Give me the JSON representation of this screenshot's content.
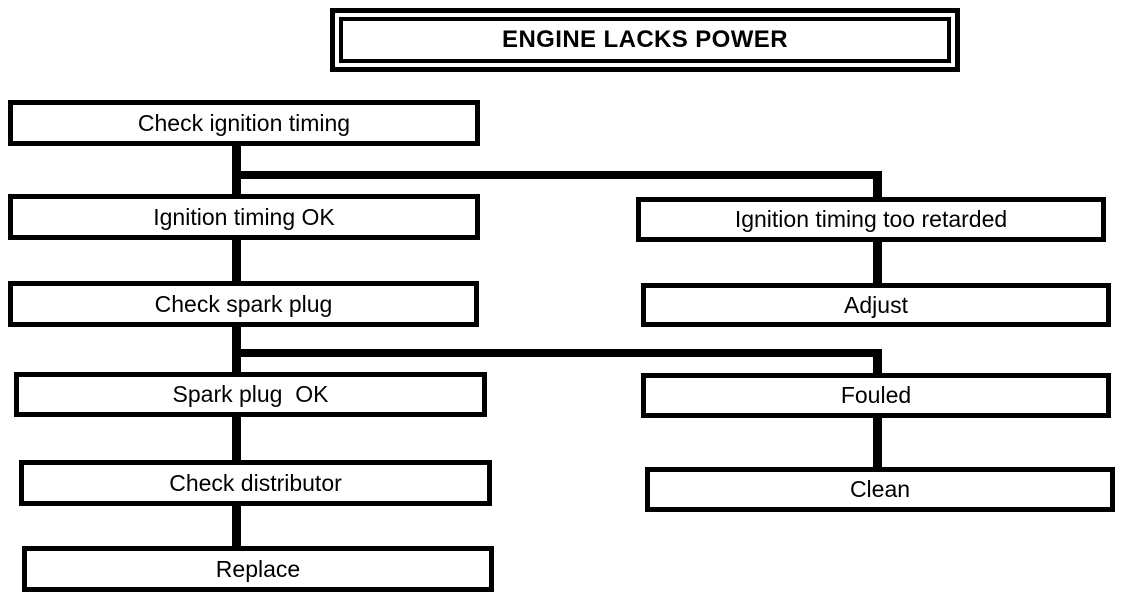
{
  "diagram": {
    "title": "ENGINE LACKS POWER",
    "type": "troubleshooting-flowchart",
    "background_color": "#ffffff",
    "line_color": "#000000",
    "nodes": [
      {
        "id": "check-ignition-timing",
        "label": "Check ignition timing"
      },
      {
        "id": "ignition-timing-ok",
        "label": "Ignition timing OK"
      },
      {
        "id": "ignition-timing-retarded",
        "label": "Ignition timing too retarded"
      },
      {
        "id": "check-spark-plug",
        "label": "Check spark plug"
      },
      {
        "id": "adjust",
        "label": "Adjust"
      },
      {
        "id": "spark-plug-ok",
        "label": "Spark plug  OK"
      },
      {
        "id": "fouled",
        "label": "Fouled"
      },
      {
        "id": "check-distributor",
        "label": "Check distributor"
      },
      {
        "id": "clean",
        "label": "Clean"
      },
      {
        "id": "replace",
        "label": "Replace"
      }
    ]
  }
}
